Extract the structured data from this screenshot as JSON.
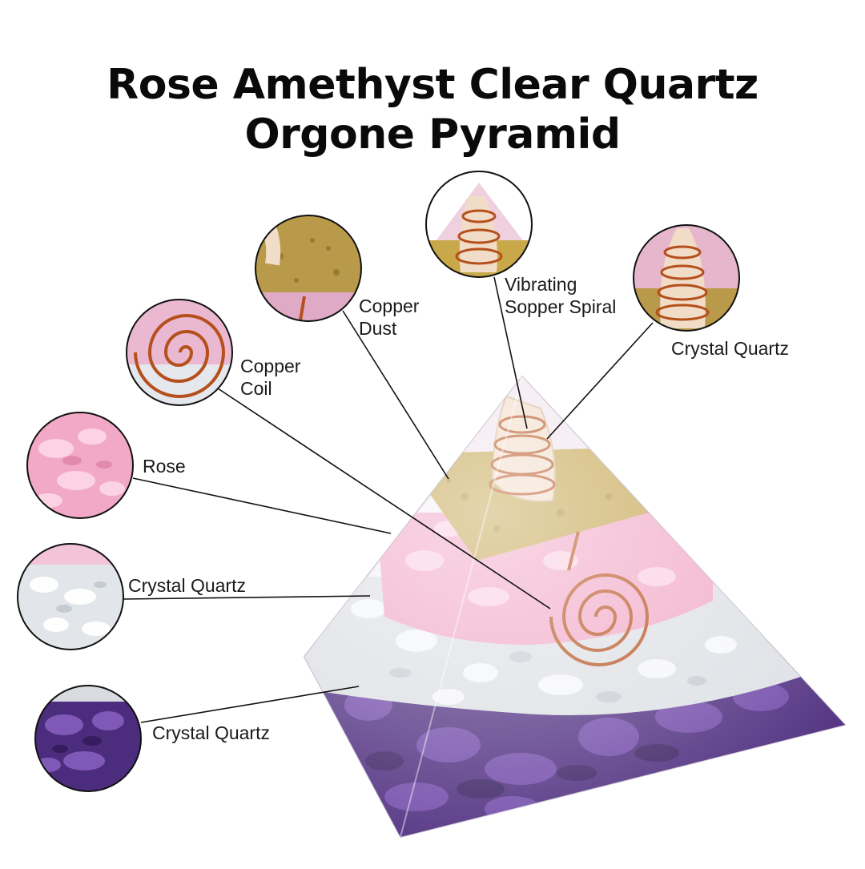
{
  "title": {
    "line1": "Rose Amethyst Clear Quartz",
    "line2": "Orgone Pyramid"
  },
  "callouts": [
    {
      "id": "copper-dust",
      "lines": [
        "Copper",
        "Dust"
      ],
      "swatch": "gold-flakes"
    },
    {
      "id": "vibrating-spiral",
      "lines": [
        "Vibrating",
        "Sopper Spiral"
      ],
      "swatch": "pyramid-tip"
    },
    {
      "id": "crystal-quartz-top",
      "lines": [
        "Crystal Quartz"
      ],
      "swatch": "quartz-point"
    },
    {
      "id": "copper-coil",
      "lines": [
        "Copper",
        "Coil"
      ],
      "swatch": "copper-coil"
    },
    {
      "id": "rose",
      "lines": [
        "Rose"
      ],
      "swatch": "rose-quartz"
    },
    {
      "id": "crystal-quartz-middle",
      "lines": [
        "Crystal Quartz"
      ],
      "swatch": "clear-quartz"
    },
    {
      "id": "crystal-quartz-bottom",
      "lines": [
        "Crystal Quartz"
      ],
      "swatch": "amethyst"
    }
  ],
  "colors": {
    "gold": "#c9a84a",
    "copper": "#b5501c",
    "rose": "#f2a9c8",
    "clear": "#e9ecef",
    "amethyst": "#5d3a8e",
    "line": "#111111"
  }
}
